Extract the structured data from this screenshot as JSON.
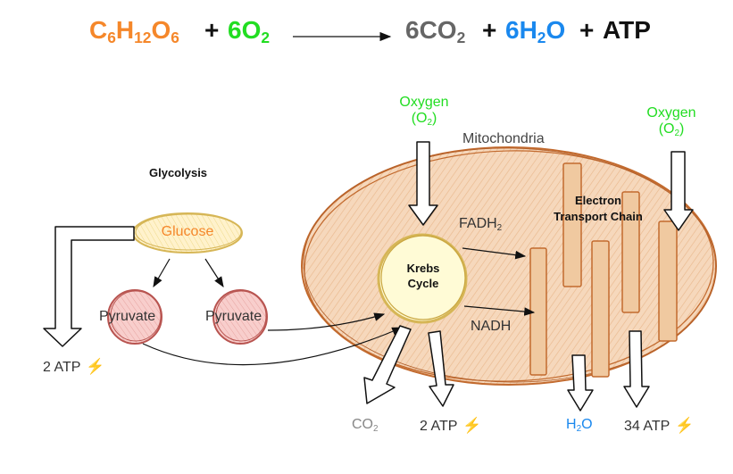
{
  "colors": {
    "orange": "#f5872a",
    "green": "#22dd22",
    "gray": "#666666",
    "blue": "#1a88ee",
    "black": "#111111",
    "mito_fill": "#f6d8bc",
    "mito_stroke": "#c26a2e",
    "glucose_fill": "#fff2cc",
    "glucose_stroke": "#d6b656",
    "pyruvate_fill": "#f8cecc",
    "pyruvate_stroke": "#b85450",
    "krebs_fill": "#fffbd6",
    "krebs_stroke": "#d6b656"
  },
  "equation": {
    "glucose": {
      "base1": "C",
      "s1": "6",
      "base2": "H",
      "s2": "12",
      "base3": "O",
      "s3": "6"
    },
    "plus1": "+",
    "oxygen": {
      "coef": "6O",
      "sub": "2"
    },
    "co2": {
      "coef": "6CO",
      "sub": "2"
    },
    "plus2": "+",
    "water": {
      "coef": "6H",
      "sub": "2",
      "tail": "O"
    },
    "plus3": "+",
    "atp": "ATP"
  },
  "labels": {
    "glycolysis": "Glycolysis",
    "glucose": "Glucose",
    "pyruvate_left": "Pyruvate",
    "pyruvate_right": "Pyruvate",
    "atp_glycolysis": "2 ATP",
    "mitochondria": "Mitochondria",
    "oxygen_left": "Oxygen",
    "oxygen_left_formula": {
      "base": "(O",
      "sub": "2",
      "tail": ")"
    },
    "oxygen_right": "Oxygen",
    "oxygen_right_formula": {
      "base": "(O",
      "sub": "2",
      "tail": ")"
    },
    "krebs_line1": "Krebs",
    "krebs_line2": "Cycle",
    "fadh2": {
      "base": "FADH",
      "sub": "2"
    },
    "nadh": "NADH",
    "etc_line1": "Electron",
    "etc_line2": "Transport Chain",
    "co2_out": {
      "base": "CO",
      "sub": "2"
    },
    "atp_krebs": "2 ATP",
    "h2o_out": {
      "base": "H",
      "sub": "2",
      "tail": "O"
    },
    "atp_etc": "34 ATP"
  },
  "icons": {
    "bolt": "⚡"
  }
}
